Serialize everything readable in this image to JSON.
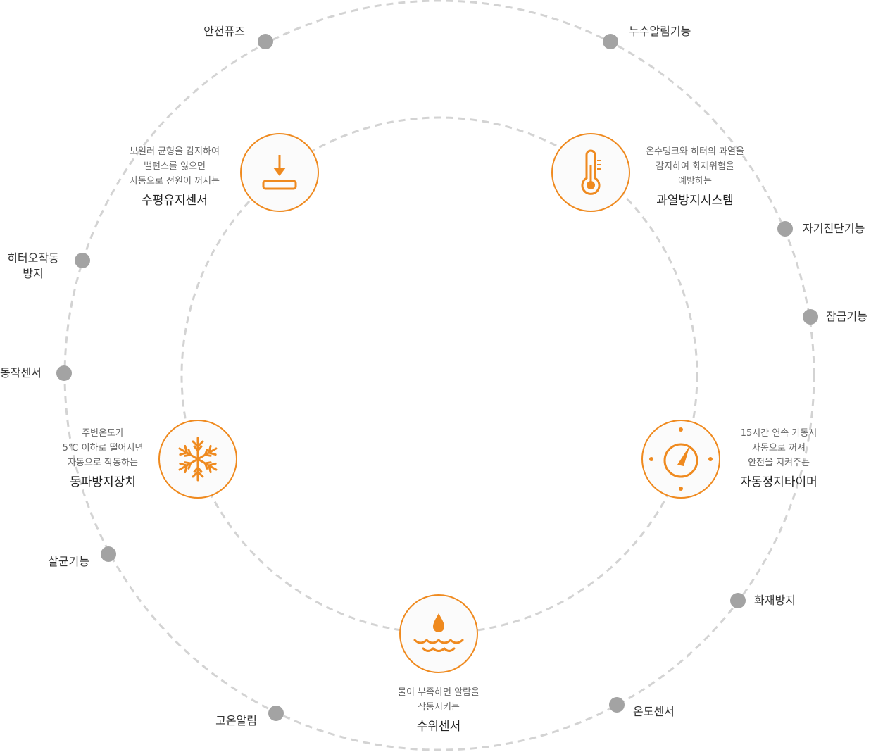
{
  "colors": {
    "accent": "#ef8a1f",
    "dot": "#a3a3a3",
    "dash": "#d3d3d3"
  },
  "outer_items": [
    {
      "id": "safety-fuse",
      "label": "안전퓨즈"
    },
    {
      "id": "leak-alarm",
      "label": "누수알림기능"
    },
    {
      "id": "self-diagnosis",
      "label": "자기진단기능"
    },
    {
      "id": "lock",
      "label": "잠금기능"
    },
    {
      "id": "heater-malfunction",
      "label": "히터오작동\n방지"
    },
    {
      "id": "motion-sensor",
      "label": "동작센서"
    },
    {
      "id": "sterilization",
      "label": "살균기능"
    },
    {
      "id": "fire-prevention",
      "label": "화재방지"
    },
    {
      "id": "high-temp-alarm",
      "label": "고온알림"
    },
    {
      "id": "temp-sensor",
      "label": "온도센서"
    }
  ],
  "features": [
    {
      "id": "level-sensor",
      "icon": "level-arrow-icon",
      "desc": "보일러 균형을 감지하여\n밸런스를 잃으면\n자동으로 전원이 꺼지는",
      "title": "수평유지센서"
    },
    {
      "id": "overheat",
      "icon": "thermometer-icon",
      "desc": "온수탱크와 히터의 과열을\n감지하여 화재위험을\n예방하는",
      "title": "과열방지시스템"
    },
    {
      "id": "freeze",
      "icon": "snowflake-icon",
      "desc": "주변온도가\n5℃ 이하로 떨어지면\n자동으로 작동하는",
      "title": "동파방지장치"
    },
    {
      "id": "auto-stop",
      "icon": "timer-dial-icon",
      "desc": "15시간 연속 가동시\n자동으로 꺼져\n안전을 지켜주는",
      "title": "자동정지타이머"
    },
    {
      "id": "water-level",
      "icon": "water-drop-icon",
      "desc": "물이 부족하면 알람을\n작동시키는",
      "title": "수위센서"
    }
  ]
}
